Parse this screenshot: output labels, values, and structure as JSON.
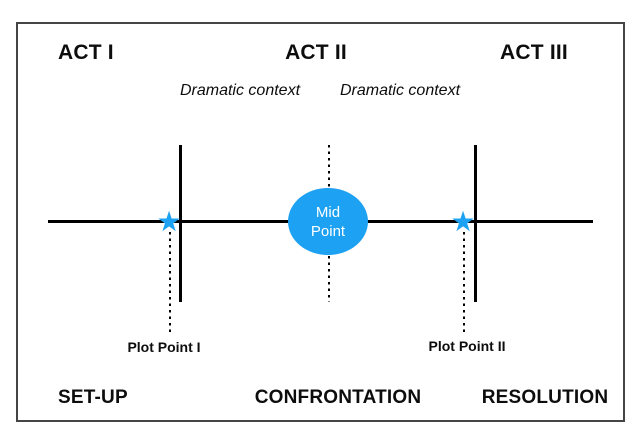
{
  "colors": {
    "accent_blue": "#1da1f2",
    "line_black": "#000000",
    "border_gray": "#454545"
  },
  "acts": [
    {
      "label": "ACT I",
      "stage": "SET-UP"
    },
    {
      "label": "ACT II",
      "stage": "CONFRONTATION"
    },
    {
      "label": "ACT III",
      "stage": "RESOLUTION"
    }
  ],
  "dramatic_context": [
    "Dramatic context",
    "Dramatic context"
  ],
  "midpoint": {
    "line1": "Mid",
    "line2": "Point"
  },
  "plot_points": [
    {
      "label": "Plot Point I"
    },
    {
      "label": "Plot Point II"
    }
  ],
  "icons": {
    "star_glyph": "★"
  }
}
